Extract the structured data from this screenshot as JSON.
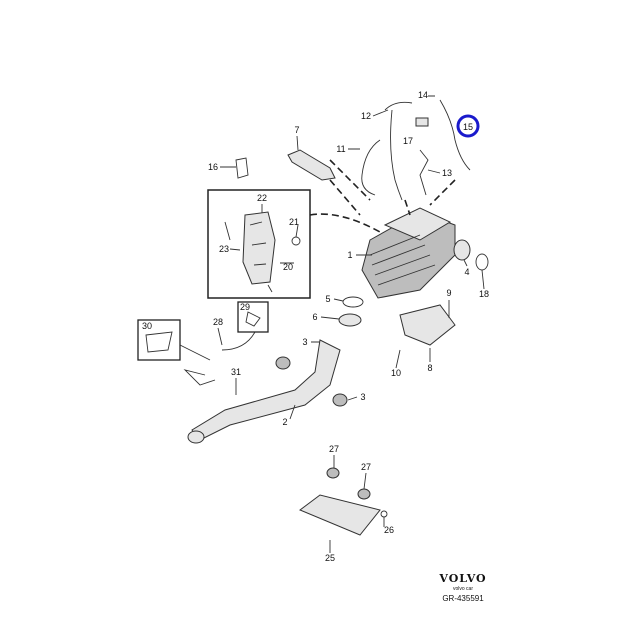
{
  "diagram": {
    "callouts": [
      "1",
      "2",
      "3",
      "3",
      "4",
      "5",
      "6",
      "7",
      "8",
      "9",
      "10",
      "11",
      "12",
      "13",
      "14",
      "15",
      "16",
      "17",
      "18",
      "20",
      "21",
      "22",
      "23",
      "25",
      "26",
      "27",
      "27",
      "28",
      "29",
      "30",
      "31"
    ],
    "highlighted_callout": "15",
    "highlight_color": "#1a1acc",
    "brand": "VOLVO",
    "brand_subtext": "volvo car",
    "drawing_code": "GR-435591"
  }
}
